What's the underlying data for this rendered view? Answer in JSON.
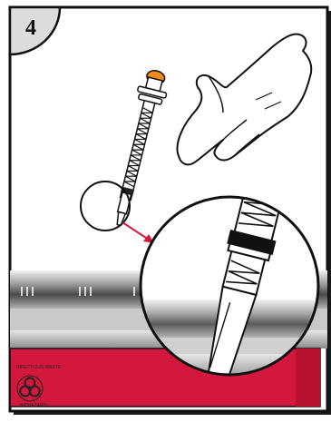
{
  "step": {
    "number": "4"
  },
  "container": {
    "warning_label": "INFECTIOUS WASTE",
    "hazard_label": "BIOHAZARD",
    "body_color": "#d4183d",
    "lid_color": "#7d7d7d"
  },
  "icons": {
    "syringe": "syringe-icon",
    "hand": "hand-icon",
    "biohazard": "biohazard-icon",
    "magnifier": "zoom-callout-icon"
  }
}
